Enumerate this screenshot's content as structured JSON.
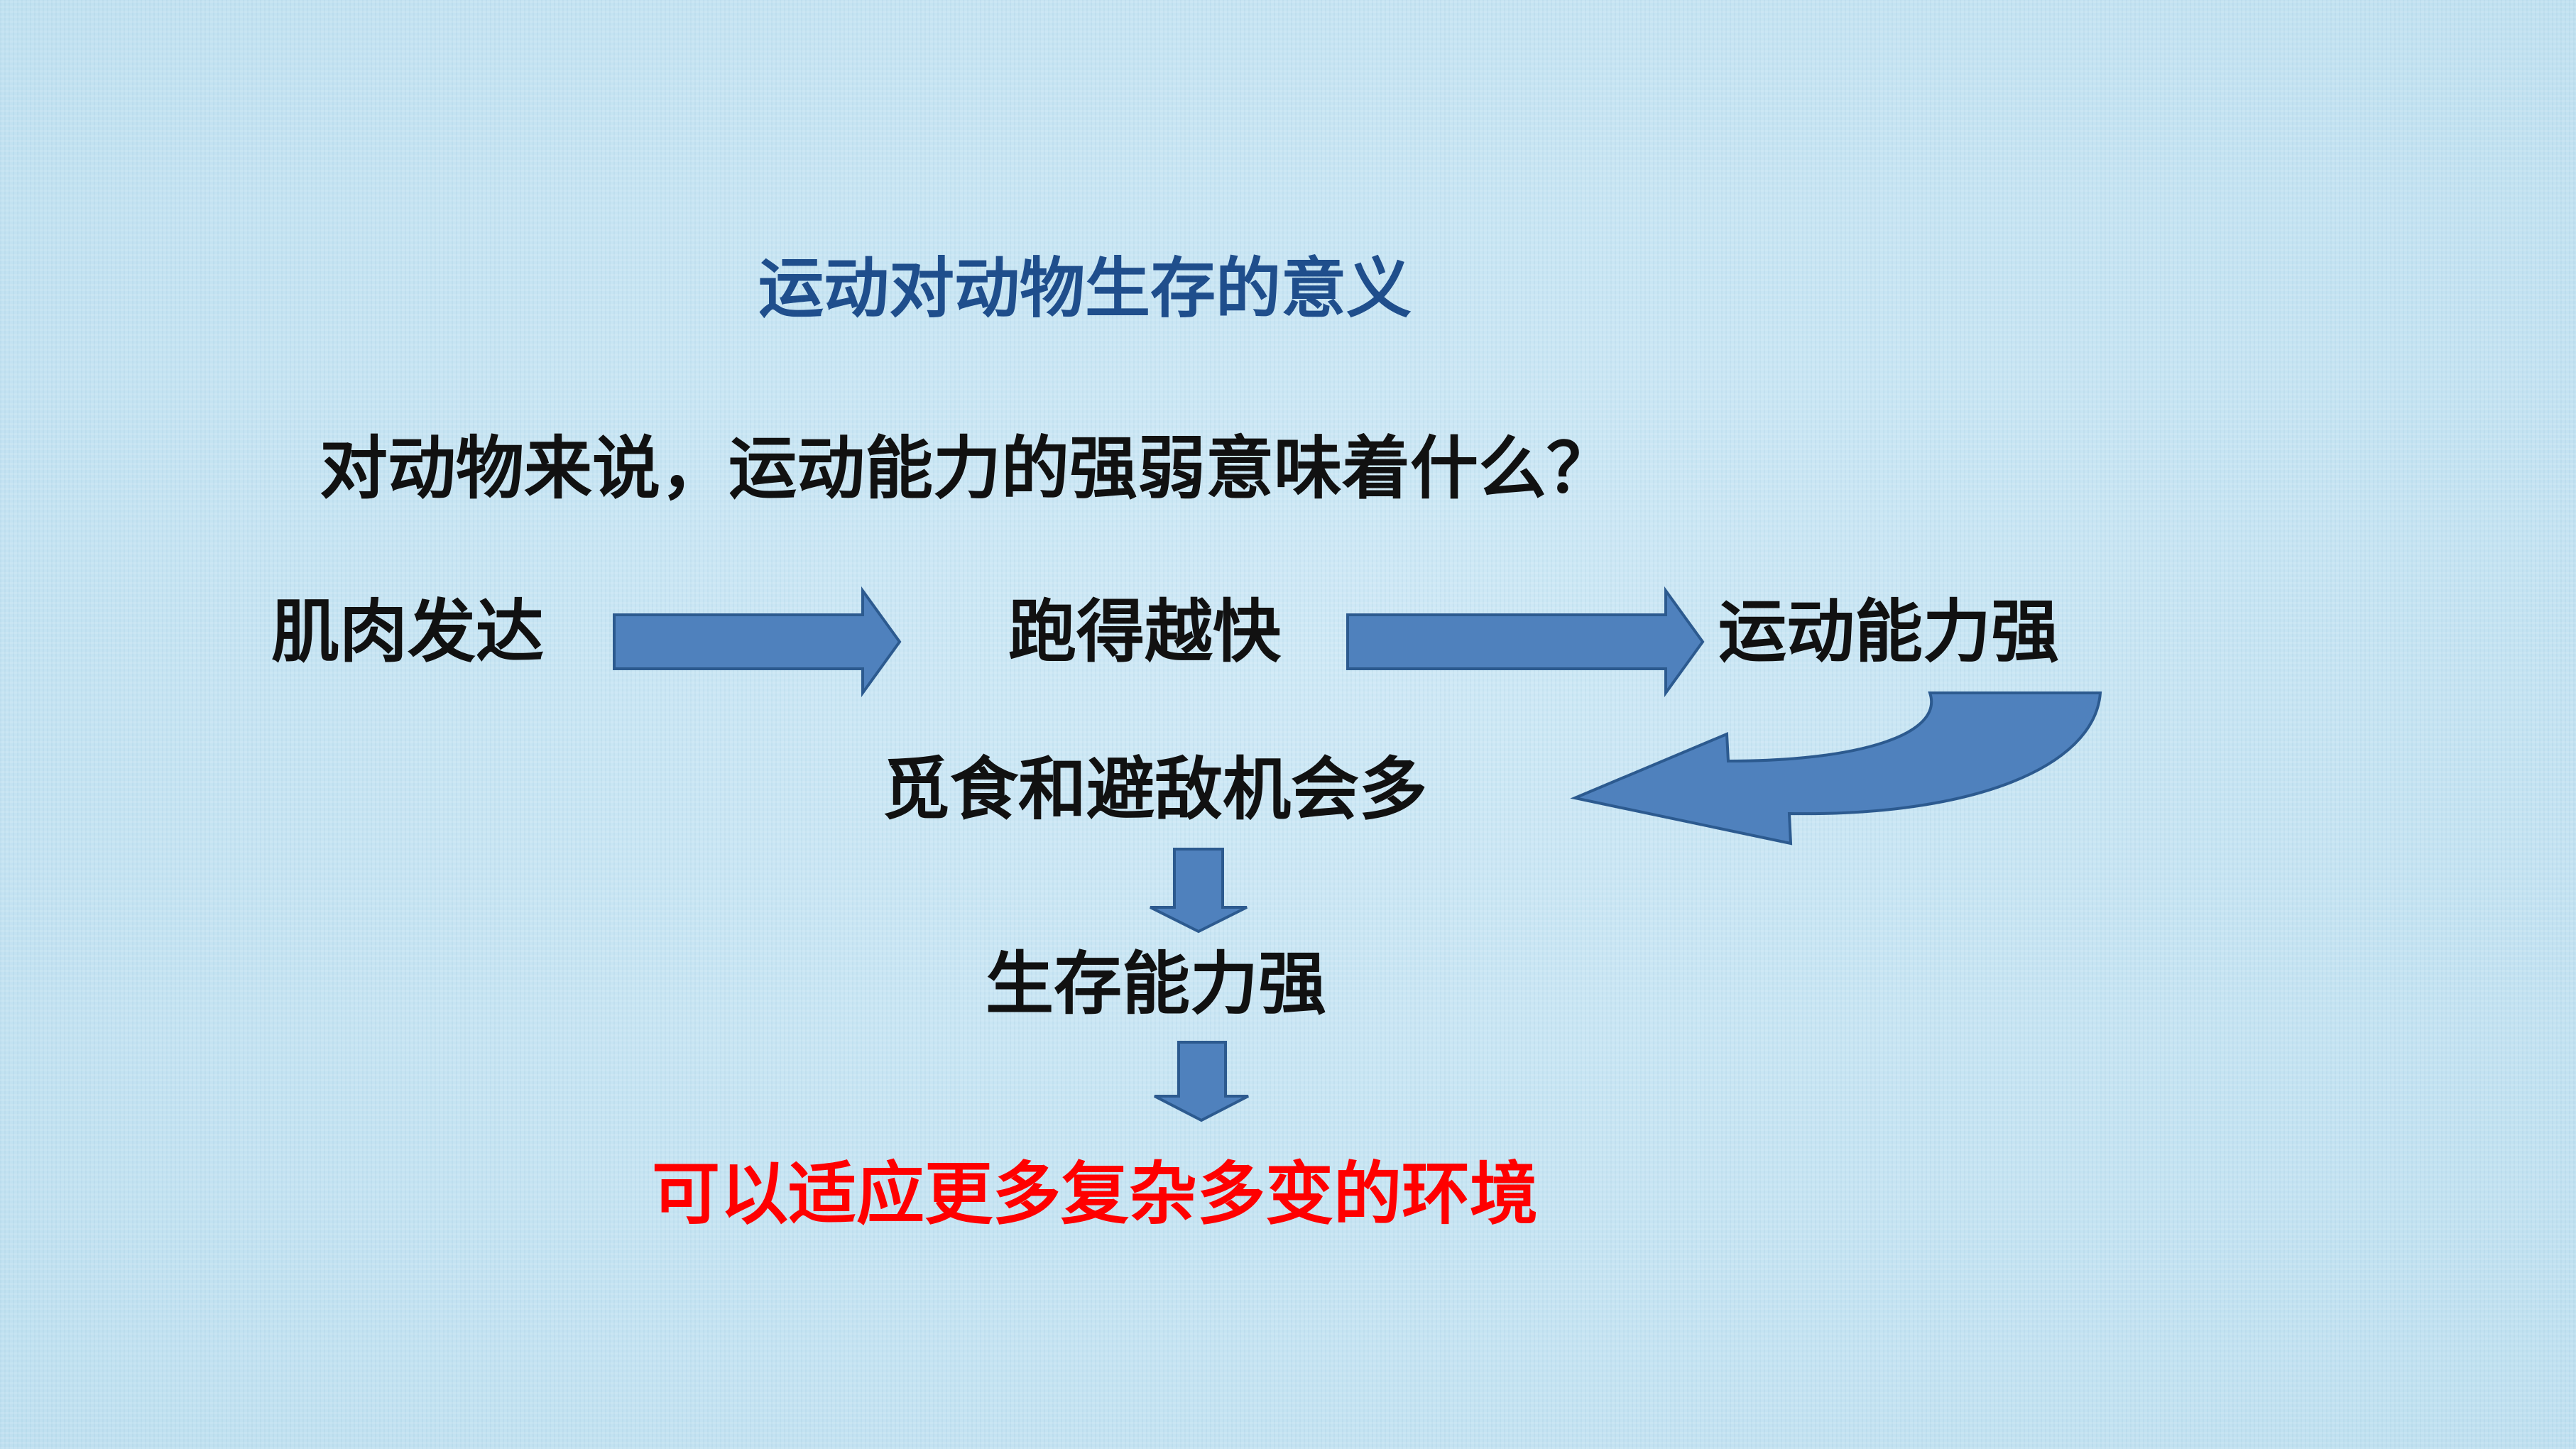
{
  "slide": {
    "title": "运动对动物生存的意义",
    "question": "对动物来说，运动能力的强弱意味着什么？",
    "flow": {
      "step1": "肌肉发达",
      "step2": "跑得越快",
      "step3": "运动能力强",
      "step4": "觅食和避敌机会多",
      "step5": "生存能力强",
      "conclusion": "可以适应更多复杂多变的环境"
    }
  },
  "colors": {
    "background": "#c6e4f2",
    "title": "#1f4e8c",
    "text": "#111111",
    "conclusion": "#ff0000",
    "arrow_fill": "#4f81bd",
    "arrow_stroke": "#2c5a8f"
  }
}
